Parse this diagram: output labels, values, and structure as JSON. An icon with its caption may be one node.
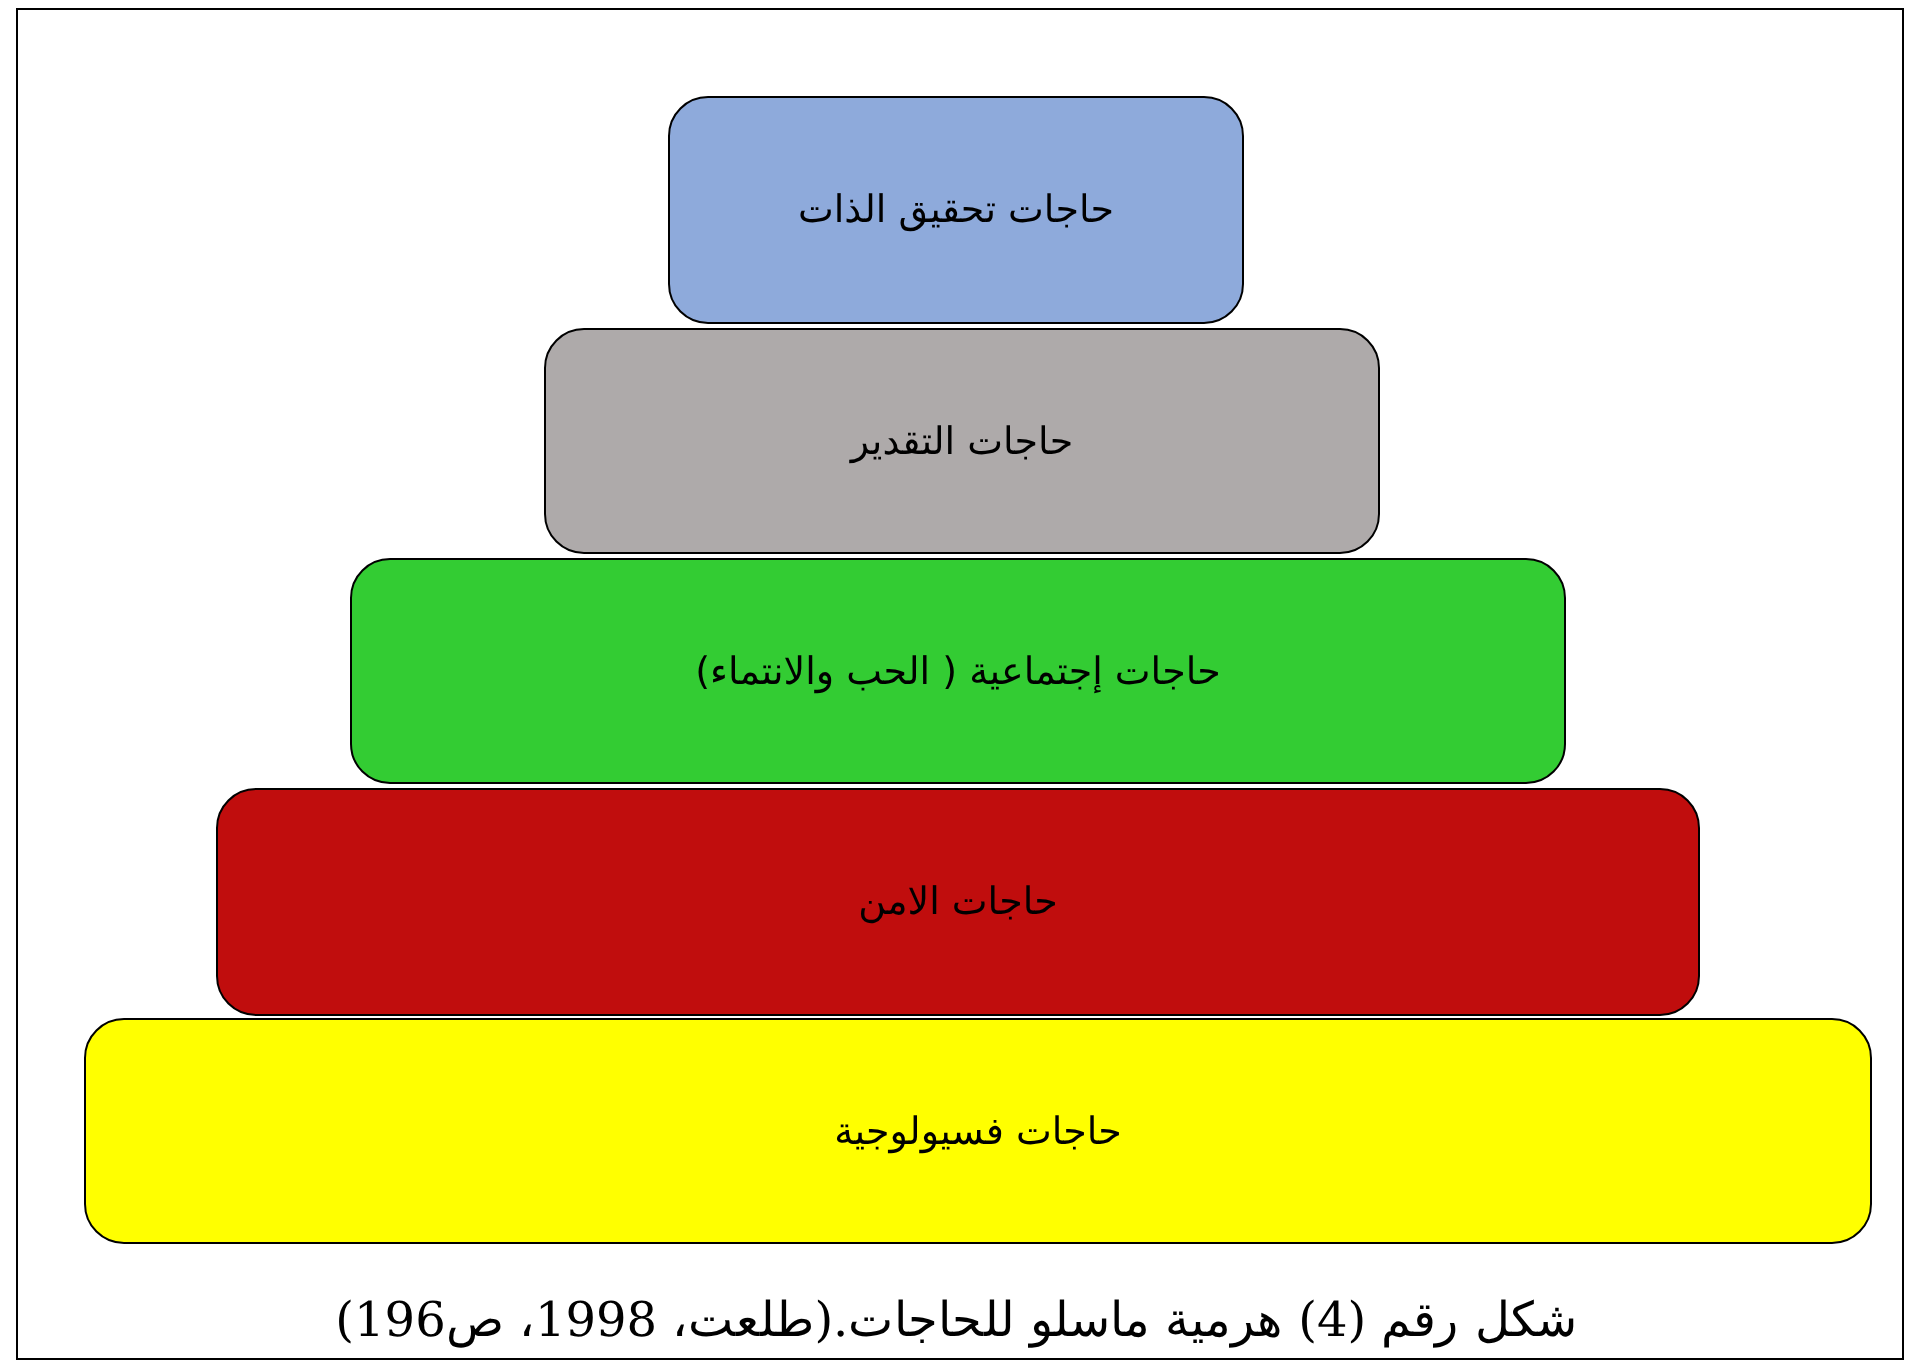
{
  "diagram": {
    "caption": "شكل رقم (4) هرمية ماسلو للحاجات.(طلعت، 1998، ص196)",
    "nodes": [
      {
        "text": [
          "حاجات تحقيق الذات"
        ]
      },
      {
        "text": [
          "حاجات التقدير"
        ]
      },
      {
        "text": [
          "حاجات إجتماعية ( الحب والانتماء)"
        ]
      },
      {
        "text": [
          "حاجات الامن"
        ]
      },
      {
        "text": [
          "حاجات فسيولوجية"
        ]
      }
    ]
  }
}
